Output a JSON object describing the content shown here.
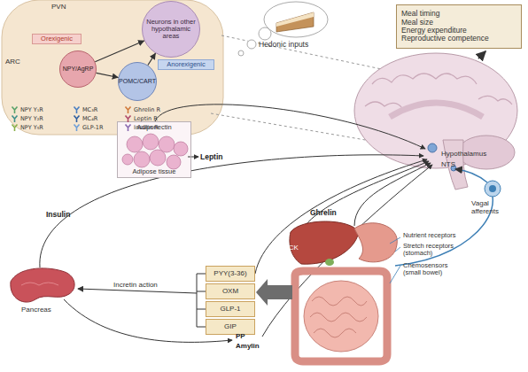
{
  "diagram": {
    "nodes": [
      {
        "text": [
          "Neurons in other hypothalamic areas"
        ]
      },
      {
        "text": [
          "Orexigenic"
        ]
      },
      {
        "text": [
          "Anorexigenic"
        ]
      },
      {
        "text": [
          "NPY/AgRP"
        ]
      },
      {
        "text": [
          "POMC/CART"
        ]
      },
      {
        "text": [
          "Meal timing",
          "Meal size",
          "Energy expenditure",
          "Reproductive competence"
        ]
      },
      {
        "text": [
          "Adiponectin",
          "Adipose tissue"
        ]
      },
      {
        "text": [
          "PYY(3-36)"
        ]
      },
      {
        "text": [
          "OXM"
        ]
      },
      {
        "text": [
          "GLP-1"
        ]
      },
      {
        "text": [
          "GIP"
        ]
      }
    ],
    "edges": [
      {
        "from": 3,
        "to": 4,
        "arrow": "to"
      },
      {
        "from": 3,
        "to": 0,
        "arrow": "to"
      },
      {
        "from": 4,
        "to": 0,
        "arrow": "to"
      }
    ],
    "labels": [
      "PVN",
      "ARC",
      "Hedonic inputs",
      "Hypothalamus",
      "NTS",
      "Vagal afferents",
      "Ghrelin",
      "Leptin",
      "Insulin",
      "Pancreas",
      "Incretin action",
      "PP",
      "Amylin",
      "CCK",
      "Nutrient receptors",
      "Stretch receptors (stomach)",
      "Chemosensors (small bowel)"
    ],
    "legend": [
      {
        "text": "NPY Y₁R"
      },
      {
        "text": "NPY Y₂R"
      },
      {
        "text": "NPY Y₅R"
      },
      {
        "text": "MC₃R"
      },
      {
        "text": "MC₄R"
      },
      {
        "text": "GLP-1R"
      },
      {
        "text": "Ghrelin R"
      },
      {
        "text": "Leptin R"
      },
      {
        "text": "Insulin R"
      }
    ]
  }
}
